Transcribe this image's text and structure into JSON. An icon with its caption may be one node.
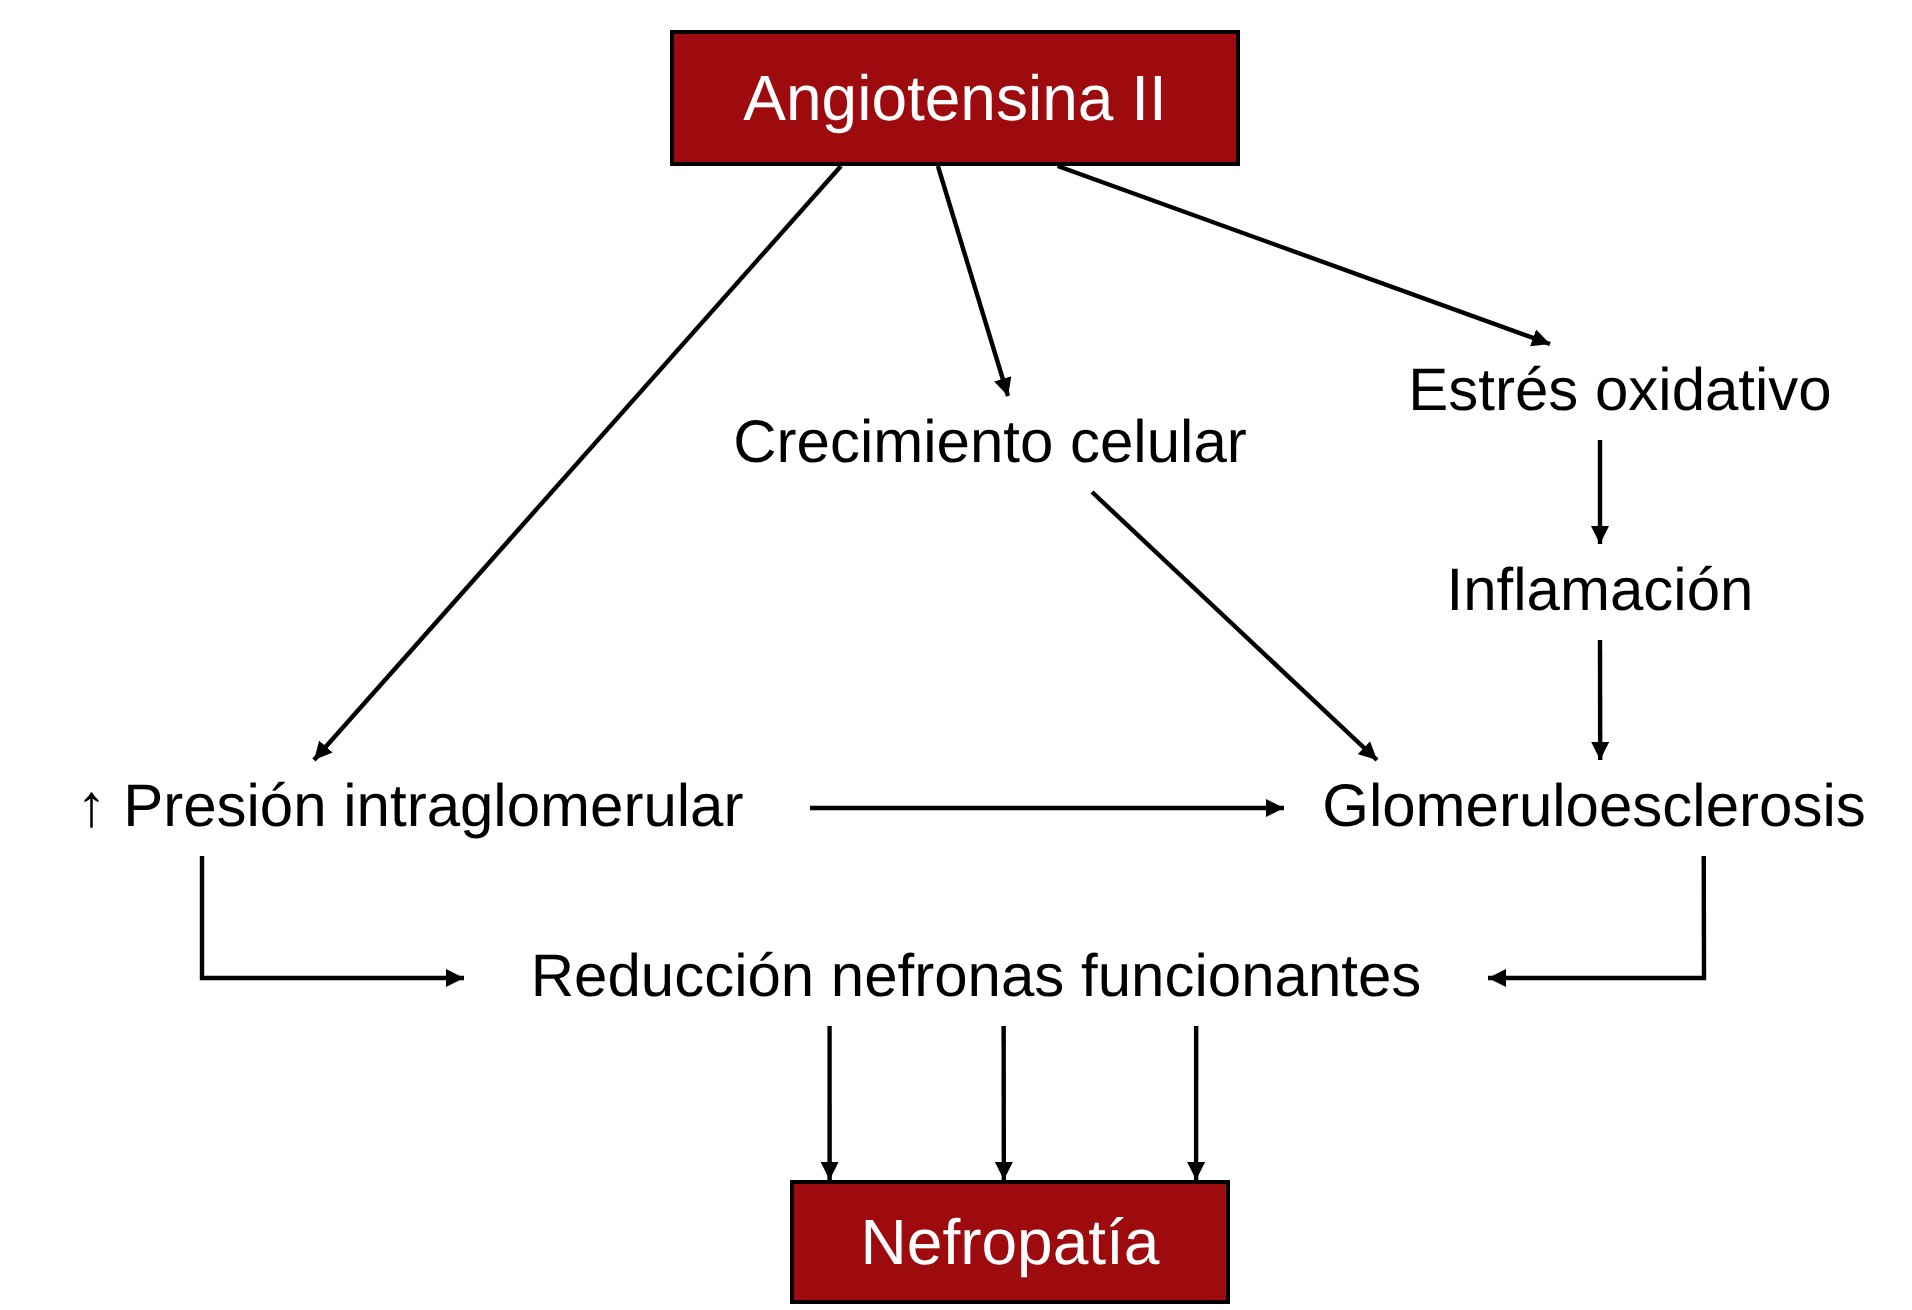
{
  "diagram": {
    "nodes": [
      {
        "text": [
          "Angiotensina II"
        ]
      },
      {
        "text": [
          "Crecimiento celular"
        ]
      },
      {
        "text": [
          "Estrés oxidativo"
        ]
      },
      {
        "text": [
          "Inflamación"
        ]
      },
      {
        "text": [
          "↑ Presión intraglomerular"
        ]
      },
      {
        "text": [
          "Glomeruloesclerosis"
        ]
      },
      {
        "text": [
          "Reducción nefronas funcionantes"
        ]
      },
      {
        "text": [
          "Nefropatía"
        ]
      }
    ],
    "edges": [
      {
        "from": 0,
        "to": 4,
        "arrow": "to"
      },
      {
        "from": 0,
        "to": 1,
        "arrow": "to"
      },
      {
        "from": 0,
        "to": 2,
        "arrow": "to"
      },
      {
        "from": 1,
        "to": 5,
        "arrow": "to"
      },
      {
        "from": 2,
        "to": 3,
        "arrow": "to"
      },
      {
        "from": 3,
        "to": 5,
        "arrow": "to"
      },
      {
        "from": 4,
        "to": 5,
        "arrow": "to"
      },
      {
        "from": 4,
        "to": 6,
        "arrow": "to"
      },
      {
        "from": 5,
        "to": 6,
        "arrow": "to"
      },
      {
        "from": 6,
        "to": 7,
        "arrow": "to"
      },
      {
        "from": 6,
        "to": 7,
        "arrow": "to"
      },
      {
        "from": 6,
        "to": 7,
        "arrow": "to"
      }
    ]
  }
}
